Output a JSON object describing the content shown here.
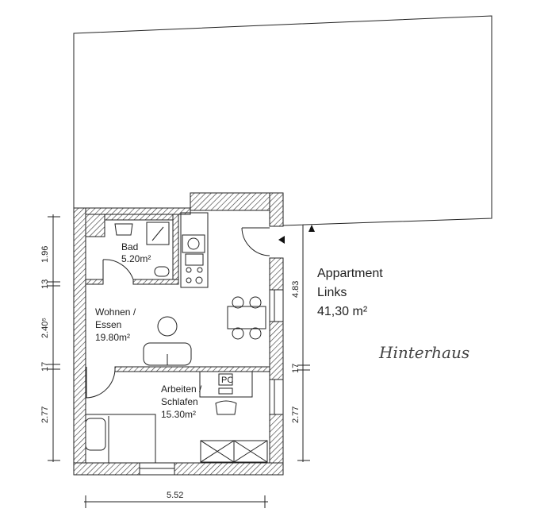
{
  "apartment": {
    "title": "Appartment",
    "subtitle": "Links",
    "area": "41,30 m²"
  },
  "building_note": "Hinterhaus",
  "rooms": [
    {
      "name": "Bad",
      "area": "5.20m²"
    },
    {
      "name_line1": "Wohnen /",
      "name_line2": "Essen",
      "area": "19.80m²"
    },
    {
      "name_line1": "Arbeiten /",
      "name_line2": "Schlafen",
      "area": "15.30m²"
    }
  ],
  "furniture": {
    "pc_label": "PC"
  },
  "dimensions": {
    "left": [
      "1.96",
      "13",
      "2.40⁵",
      "17",
      "2.77"
    ],
    "right": [
      "4.83",
      "17",
      "2.77"
    ],
    "bottom": "5.52"
  }
}
